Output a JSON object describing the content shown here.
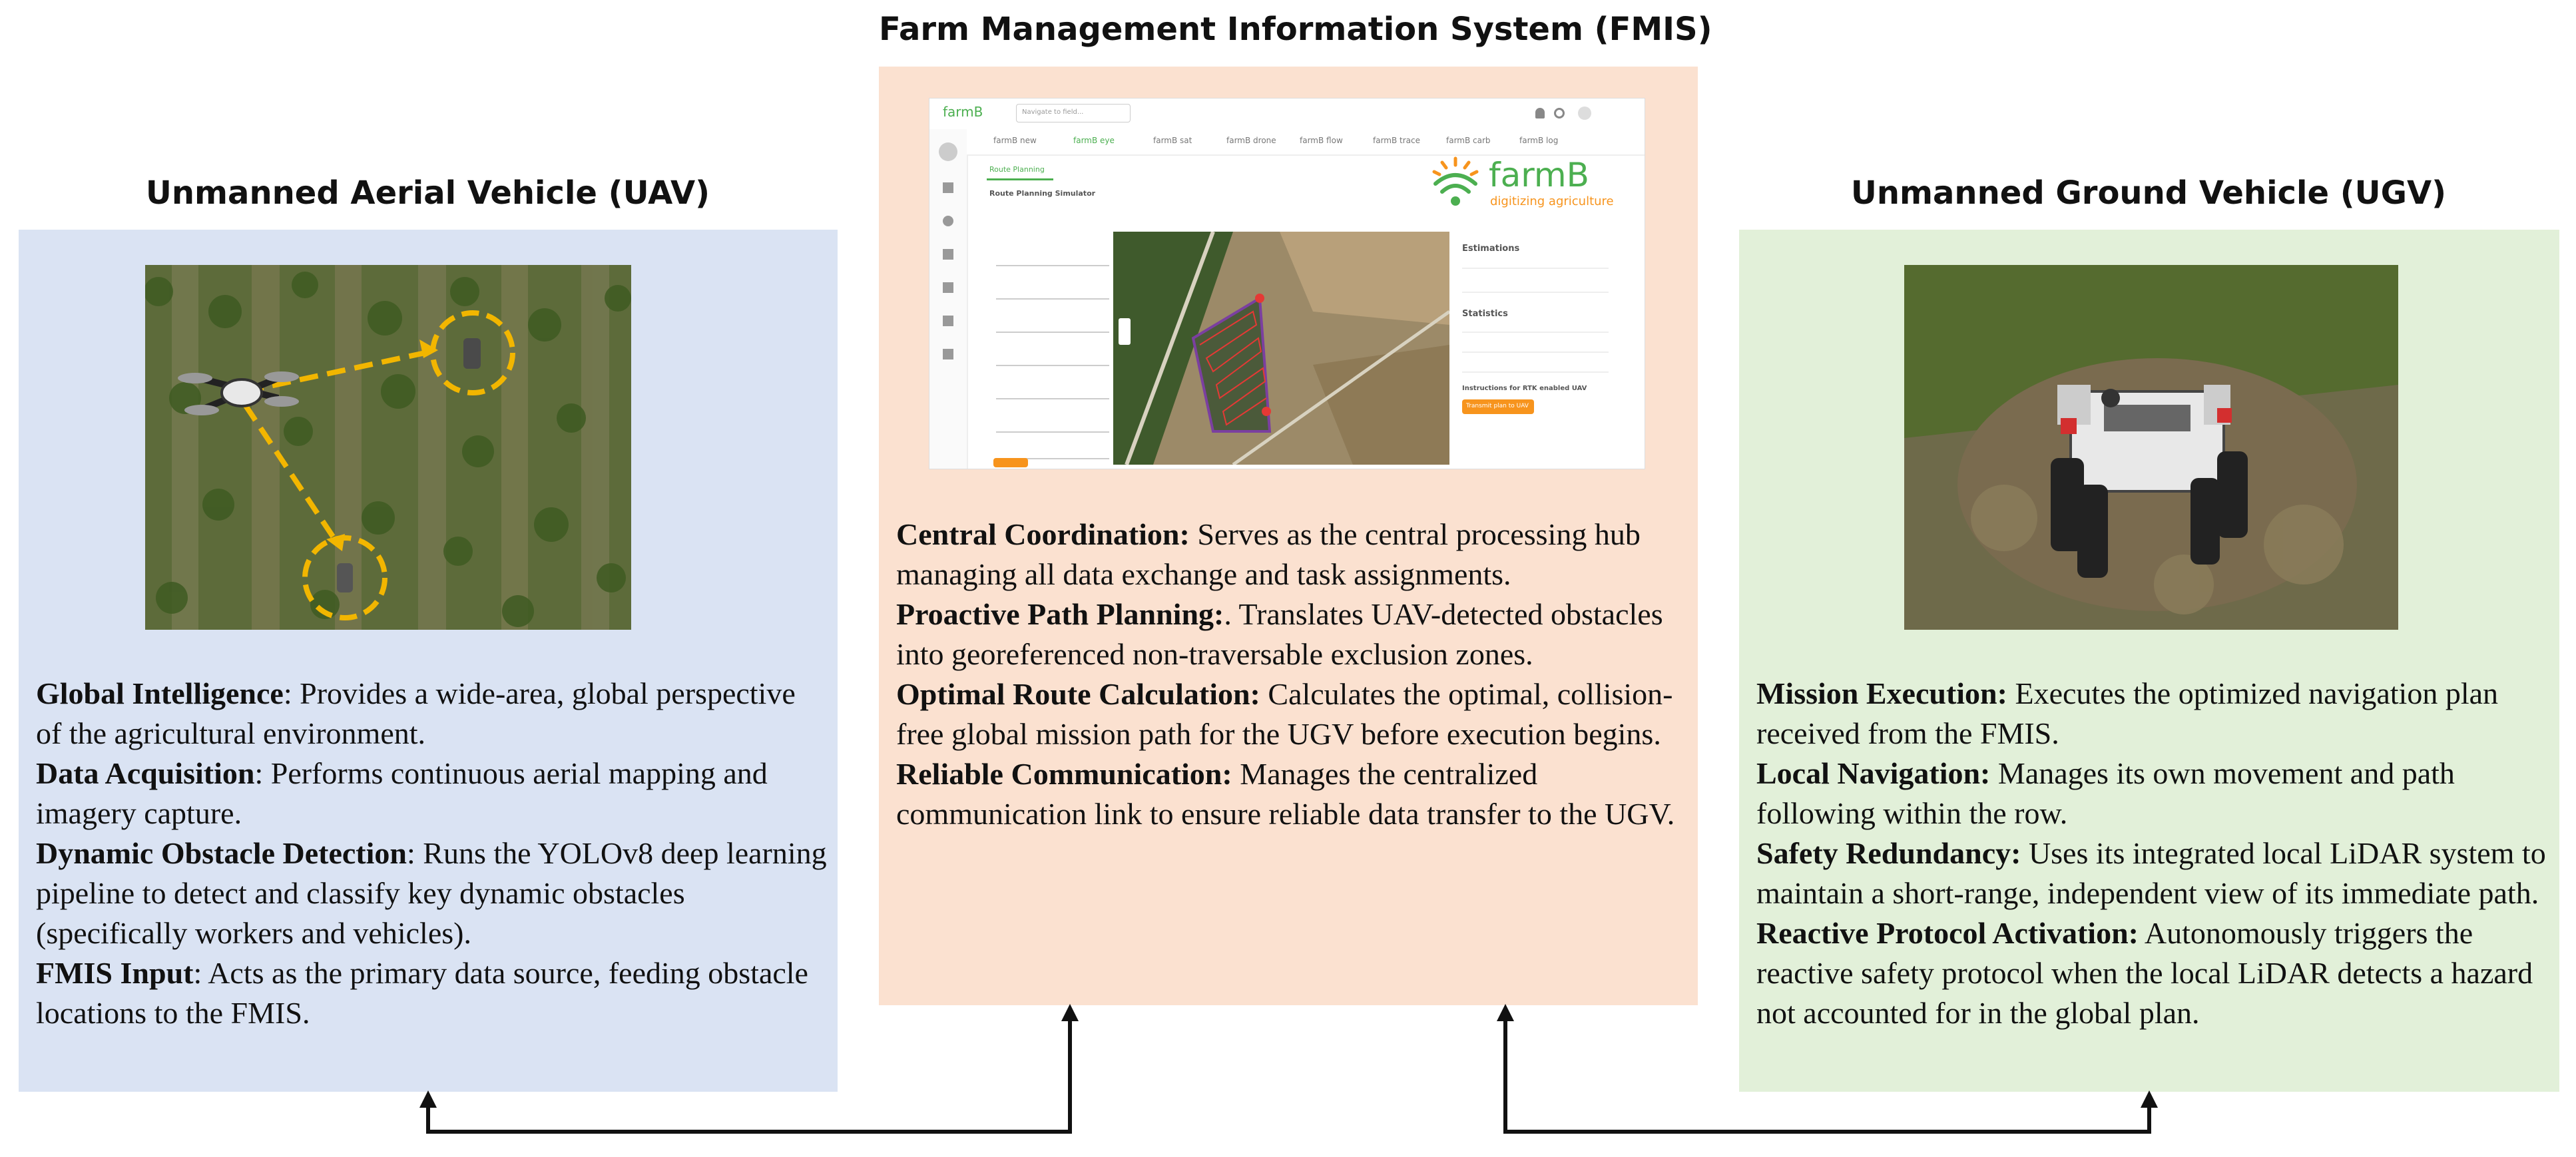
{
  "uav": {
    "title": "Unmanned Aerial Vehicle (UAV)",
    "items": [
      {
        "label": "Global Intelligence",
        "text": ": Provides a wide-area, global perspective of the agricultural environment."
      },
      {
        "label": "Data Acquisition",
        "text": ": Performs continuous aerial mapping and imagery capture."
      },
      {
        "label": "Dynamic Obstacle Detection",
        "text": ": Runs the YOLOv8 deep learning pipeline to detect and classify key dynamic obstacles (specifically workers and vehicles)."
      },
      {
        "label": "FMIS Input",
        "text": ": Acts as the primary data source, feeding obstacle locations to the FMIS."
      }
    ]
  },
  "fmis": {
    "title": "Farm Management Information System (FMIS)",
    "logo_name": "farmB",
    "logo_tagline": "digitizing agriculture",
    "app_brand": "farmB",
    "search_placeholder": "Navigate to field...",
    "tabs": [
      "farmB new",
      "farmB eye",
      "farmB sat",
      "farmB drone",
      "farmB flow",
      "farmB trace",
      "farmB carb",
      "farmB log"
    ],
    "section_title": "Route Planning",
    "panel_title": "Route Planning Simulator",
    "estimations_title": "Estimations",
    "statistics_title": "Statistics",
    "instructions_label": "Instructions for RTK enabled UAV",
    "send_button": "Transmit plan to UAV",
    "items": [
      {
        "label": "Central Coordination:",
        "text": " Serves as the central processing hub managing all data exchange and task assignments."
      },
      {
        "label": "Proactive Path Planning:",
        "text": ". Translates UAV-detected obstacles into georeferenced non-traversable exclusion zones."
      },
      {
        "label": "Optimal Route Calculation:",
        "text": " Calculates the optimal, collision-free global mission path for the UGV before execution begins."
      },
      {
        "label": "Reliable Communication:",
        "text": " Manages the centralized communication link to ensure reliable data transfer to the UGV."
      }
    ]
  },
  "ugv": {
    "title": "Unmanned Ground Vehicle (UGV)",
    "items": [
      {
        "label": "Mission Execution:",
        "text": " Executes the optimized navigation plan received from the FMIS."
      },
      {
        "label": "Local Navigation:",
        "text": " Manages its own movement and path following within the row."
      },
      {
        "label": "Safety Redundancy:",
        "text": " Uses its integrated local LiDAR system to maintain a short-range, independent view of its immediate path."
      },
      {
        "label": "Reactive Protocol Activation:",
        "text": " Autonomously triggers the reactive safety protocol when the local LiDAR detects a hazard not accounted for in the global plan."
      }
    ]
  },
  "colors": {
    "uav_panel": "#dae3f3",
    "fmis_panel": "#fbe1d0",
    "ugv_panel": "#e2f0d9",
    "detection_circle": "#f2b600",
    "farmb_green": "#4caf50",
    "farmb_orange": "#f7941d",
    "route_red": "#e53935",
    "route_purple": "#7b3fa0"
  }
}
